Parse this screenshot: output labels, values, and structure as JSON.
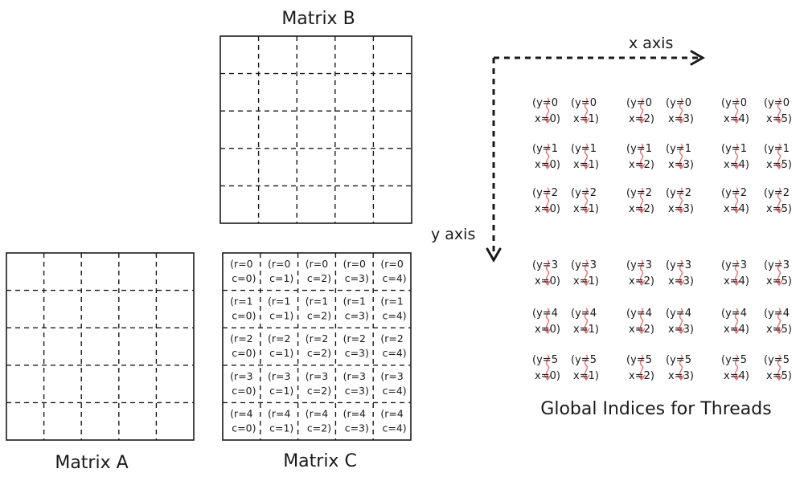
{
  "matrix_a": {
    "title": "Matrix A",
    "rows": 5,
    "cols": 5
  },
  "matrix_b": {
    "title": "Matrix B",
    "rows": 5,
    "cols": 5
  },
  "matrix_c": {
    "title": "Matrix C",
    "rows": 5,
    "cols": 5,
    "cells": [
      [
        [
          "(r=0",
          "c=0)"
        ],
        [
          "(r=0",
          "c=1)"
        ],
        [
          "(r=0",
          "c=2)"
        ],
        [
          "(r=0",
          "c=3)"
        ],
        [
          "(r=0",
          "c=4)"
        ]
      ],
      [
        [
          "(r=1",
          "c=0)"
        ],
        [
          "(r=1",
          "c=1)"
        ],
        [
          "(r=1",
          "c=2)"
        ],
        [
          "(r=1",
          "c=3)"
        ],
        [
          "(r=1",
          "c=4)"
        ]
      ],
      [
        [
          "(r=2",
          "c=0)"
        ],
        [
          "(r=2",
          "c=1)"
        ],
        [
          "(r=2",
          "c=2)"
        ],
        [
          "(r=2",
          "c=3)"
        ],
        [
          "(r=2",
          "c=4)"
        ]
      ],
      [
        [
          "(r=3",
          "c=0)"
        ],
        [
          "(r=3",
          "c=1)"
        ],
        [
          "(r=3",
          "c=2)"
        ],
        [
          "(r=3",
          "c=3)"
        ],
        [
          "(r=3",
          "c=4)"
        ]
      ],
      [
        [
          "(r=4",
          "c=0)"
        ],
        [
          "(r=4",
          "c=1)"
        ],
        [
          "(r=4",
          "c=2)"
        ],
        [
          "(r=4",
          "c=3)"
        ],
        [
          "(r=4",
          "c=4)"
        ]
      ]
    ]
  },
  "axes": {
    "x_label": "x axis",
    "y_label": "y axis"
  },
  "threads": {
    "caption": "Global Indices for Threads",
    "grid": [
      [
        [
          "(y=0",
          "x=0)"
        ],
        [
          "(y=0",
          "x=1)"
        ],
        [
          "(y=0",
          "x=2)"
        ],
        [
          "(y=0",
          "x=3)"
        ],
        [
          "(y=0",
          "x=4)"
        ],
        [
          "(y=0",
          "x=5)"
        ]
      ],
      [
        [
          "(y=1",
          "x=0)"
        ],
        [
          "(y=1",
          "x=1)"
        ],
        [
          "(y=1",
          "x=2)"
        ],
        [
          "(y=1",
          "x=3)"
        ],
        [
          "(y=1",
          "x=4)"
        ],
        [
          "(y=1",
          "x=5)"
        ]
      ],
      [
        [
          "(y=2",
          "x=0)"
        ],
        [
          "(y=2",
          "x=1)"
        ],
        [
          "(y=2",
          "x=2)"
        ],
        [
          "(y=2",
          "x=3)"
        ],
        [
          "(y=2",
          "x=4)"
        ],
        [
          "(y=2",
          "x=5)"
        ]
      ],
      [
        [
          "(y=3",
          "x=0)"
        ],
        [
          "(y=3",
          "x=1)"
        ],
        [
          "(y=3",
          "x=2)"
        ],
        [
          "(y=3",
          "x=3)"
        ],
        [
          "(y=3",
          "x=4)"
        ],
        [
          "(y=3",
          "x=5)"
        ]
      ],
      [
        [
          "(y=4",
          "x=0)"
        ],
        [
          "(y=4",
          "x=1)"
        ],
        [
          "(y=4",
          "x=2)"
        ],
        [
          "(y=4",
          "x=3)"
        ],
        [
          "(y=4",
          "x=4)"
        ],
        [
          "(y=4",
          "x=5)"
        ]
      ],
      [
        [
          "(y=5",
          "x=0)"
        ],
        [
          "(y=5",
          "x=1)"
        ],
        [
          "(y=5",
          "x=2)"
        ],
        [
          "(y=5",
          "x=3)"
        ],
        [
          "(y=5",
          "x=4)"
        ],
        [
          "(y=5",
          "x=5)"
        ]
      ]
    ]
  },
  "colors": {
    "stroke": "#1a1a1a",
    "thread_squiggle": "#e8696b"
  }
}
